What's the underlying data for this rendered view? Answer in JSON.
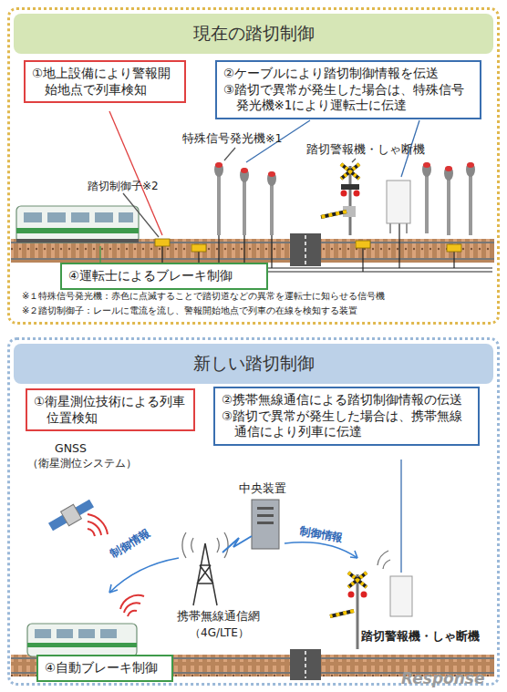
{
  "diagram": {
    "nodes": [
      {
        "text": [
          "現在の踏切制御"
        ]
      },
      {
        "text": [
          "①地上設備により警報開始地点で列車検知"
        ],
        "in": 0
      },
      {
        "text": [
          "②ケーブルにより踏切制御情報を伝送",
          "③踏切で異常が発生した場合は、特殊信号発光機※1により運転士に伝達"
        ],
        "in": 0
      },
      {
        "text": [
          "④運転士によるブレーキ制御"
        ],
        "in": 0
      },
      {
        "text": [
          "新しい踏切制御"
        ]
      },
      {
        "text": [
          "①衛星測位技術による列車位置検知"
        ],
        "in": 4
      },
      {
        "text": [
          "②携帯無線通信による踏切制御情報の伝送",
          "③踏切で異常が発生した場合は、携帯無線通信により列車に伝達"
        ],
        "in": 4
      },
      {
        "text": [
          "④自動ブレーキ制御"
        ],
        "in": 4
      }
    ],
    "labels": [
      "特殊信号発光機※1",
      "踏切警報機・しゃ断機",
      "踏切制御子※2",
      "※１特殊信号発光機：赤色に点滅することで踏切道などの異常を運転士に知らせる信号機",
      "※２踏切制御子：レールに電流を流し、警報開始地点で列車の在線を検知する装置",
      "GNSS",
      "（衛星測位システム）",
      "中央装置",
      "制御情報",
      "制御情報",
      "携帯無線通信網",
      "（4G/LTE）",
      "踏切警報機・しゃ断機",
      "Response"
    ]
  }
}
